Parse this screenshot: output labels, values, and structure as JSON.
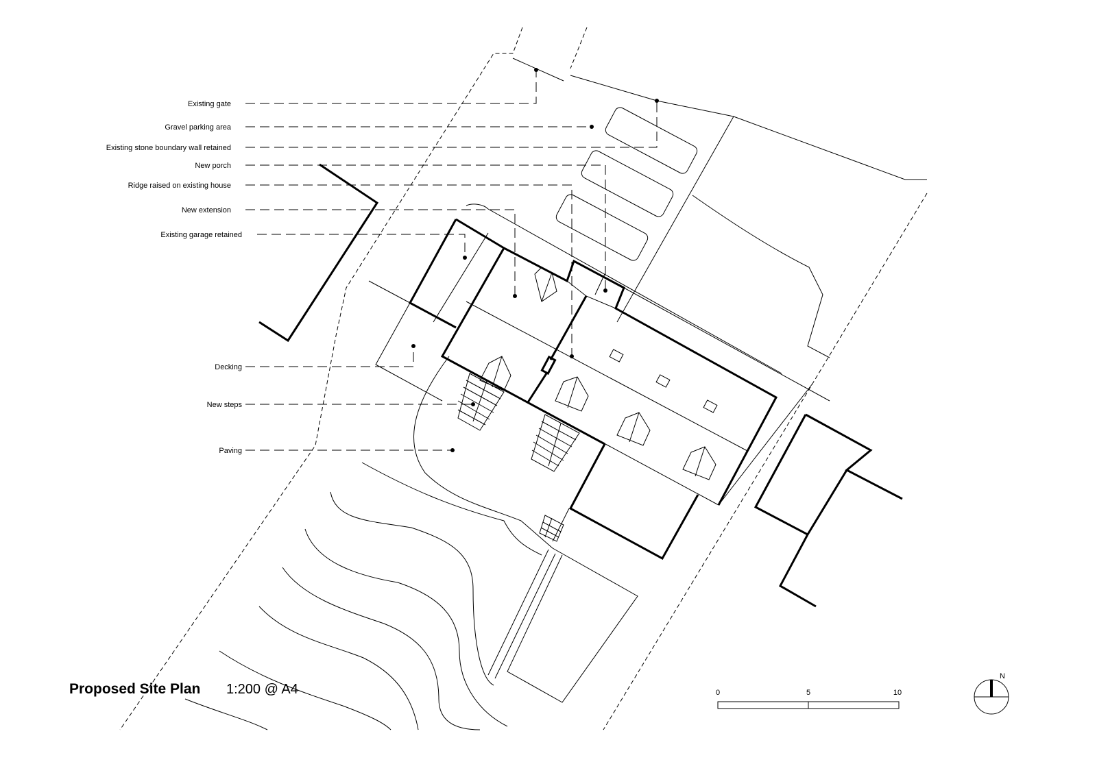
{
  "title": "Proposed Site Plan",
  "scale": "1:200 @ A4",
  "labels": {
    "existing_gate": "Existing gate",
    "gravel_parking": "Gravel parking area",
    "boundary_wall": "Existing stone boundary wall retained",
    "new_porch": "New porch",
    "ridge_raised": "Ridge raised on existing house",
    "new_extension": "New extension",
    "garage_retained": "Existing garage retained",
    "decking": "Decking",
    "new_steps": "New steps",
    "paving": "Paving"
  },
  "scale_bar": {
    "ticks": [
      "0",
      "5",
      "10"
    ]
  },
  "north_label": "N"
}
